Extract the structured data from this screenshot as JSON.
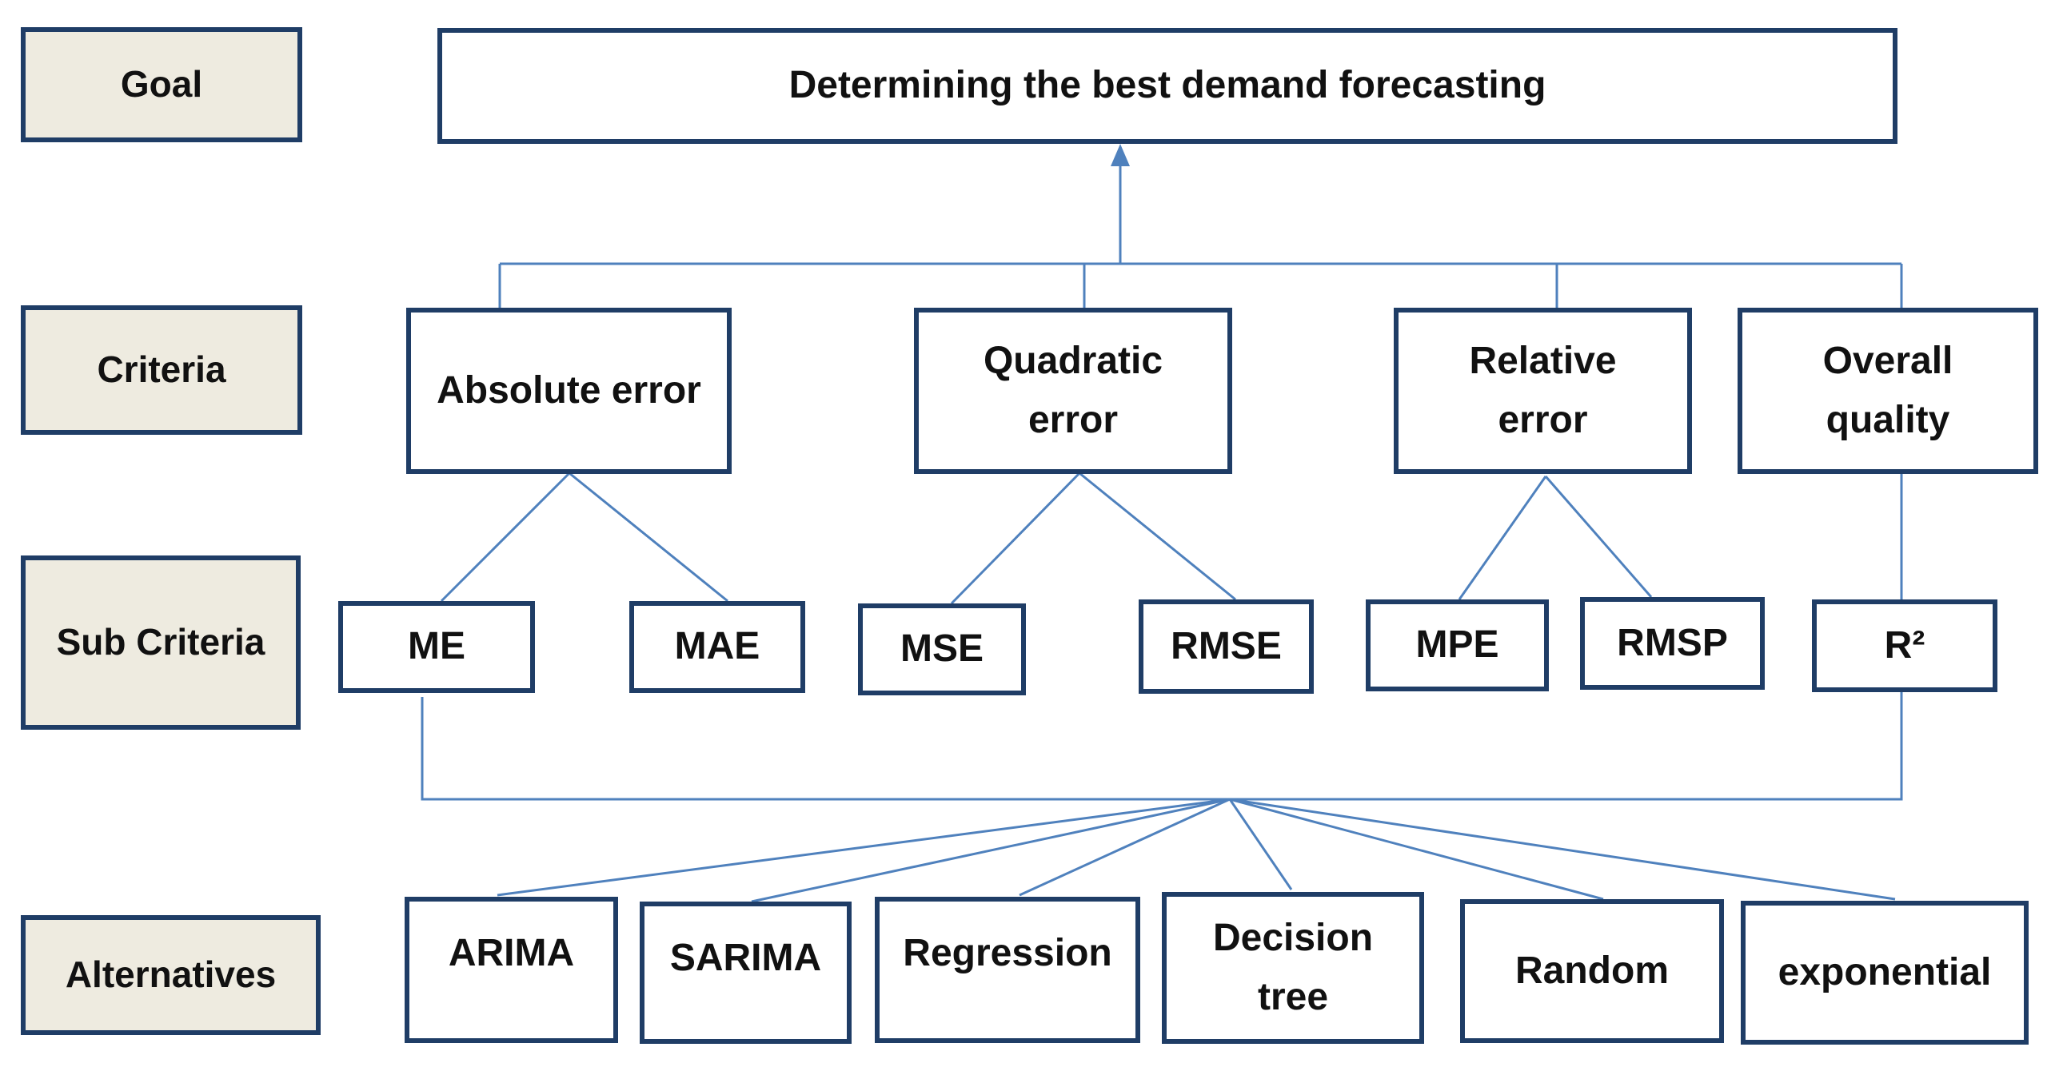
{
  "levels": {
    "goal": "Goal",
    "criteria": "Criteria",
    "sub_criteria": "Sub Criteria",
    "alternatives": "Alternatives"
  },
  "goal": "Determining the best demand forecasting",
  "criteria": [
    "Absolute error",
    "Quadratic\nerror",
    "Relative\nerror",
    "Overall\nquality"
  ],
  "sub_criteria": [
    "ME",
    "MAE",
    "MSE",
    "RMSE",
    "MPE",
    "RMSP",
    "R²"
  ],
  "alternatives": [
    "ARIMA",
    "SARIMA",
    "Regression",
    "Decision\ntree",
    "Random",
    "exponential"
  ],
  "colors": {
    "border": "#1f3d66",
    "connector": "#4f81bd",
    "level_fill": "#eeebe0"
  }
}
